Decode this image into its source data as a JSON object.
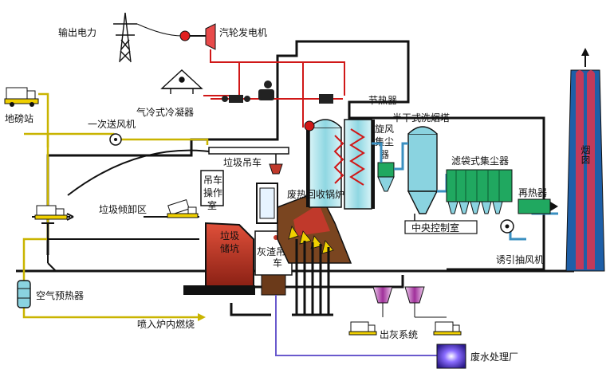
{
  "labels": {
    "power_output": "输出电力",
    "turbine_generator": "汽轮发电机",
    "air_cooled_condenser": "气冷式冷凝器",
    "weighbridge": "地磅站",
    "primary_fan": "一次送风机",
    "economizer": "节热器",
    "cyclone_l1": "旋风",
    "cyclone_l2": "集尘",
    "cyclone_l3": "器",
    "semi_dry_scrubber": "半干式洗烟塔",
    "crane_op_l1": "吊车",
    "crane_op_l2": "操作",
    "crane_op_l3": "室",
    "refuse_crane": "垃圾吊车",
    "bag_filter": "滤袋式集尘器",
    "waste_heat_boiler": "废热回收锅炉",
    "reheater": "再热器",
    "stack": "烟囱",
    "tipping_area": "垃圾倾卸区",
    "central_control": "中央控制室",
    "pit_l1": "垃圾",
    "pit_l2": "储坑",
    "ash_crane_l1": "灰渣吊",
    "ash_crane_l2": "车",
    "induced_fan": "诱引抽风机",
    "air_preheater": "空气预热器",
    "inject_burn": "喷入炉内燃烧",
    "ash_system": "出灰系统",
    "wastewater": "废水处理厂"
  },
  "colors": {
    "steam_line": "#d01818",
    "water_line": "#6a5acd",
    "air_line": "#c9b400",
    "building": "#111111",
    "equipment_fill": "#9fe0e8",
    "equipment_green": "#20a860",
    "refuse_fill": "#c0392b",
    "furnace_fill": "#6b3a1a",
    "stack_fill": "#3ea0d0",
    "stack_red": "#c03050"
  },
  "icons": {
    "pylon": "transmission-tower-icon",
    "generator": "generator-icon",
    "truck": "truck-icon",
    "arrow": "up-arrow-icon"
  }
}
